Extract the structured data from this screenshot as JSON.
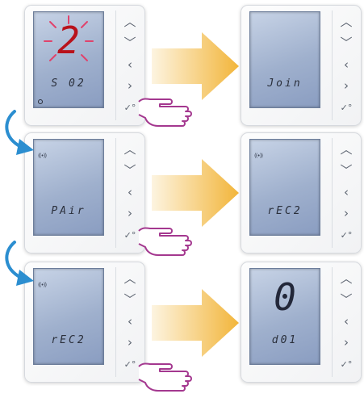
{
  "steps": [
    {
      "left": {
        "big": "2",
        "text": "S 02",
        "big_color": "#b9121b",
        "glow": true,
        "dot": true,
        "signal": false
      },
      "right": {
        "big": "",
        "text": "Join",
        "signal": false
      }
    },
    {
      "left": {
        "big": "",
        "text": "PAir",
        "signal": true
      },
      "right": {
        "big": "",
        "text": "rEC2",
        "signal": true
      }
    },
    {
      "left": {
        "big": "",
        "text": "rEC2",
        "signal": true
      },
      "right": {
        "big": "0",
        "text": "d01",
        "signal": false
      }
    }
  ],
  "buttons": {
    "up": "︿",
    "down": "﹀",
    "left": "‹",
    "right": "›",
    "ok": "✓°"
  },
  "colors": {
    "lcd_red": "#b9121b",
    "arrow_start": "#fdf4e0",
    "arrow_end": "#f2b53a",
    "curve_arrow": "#2b8ed0",
    "hand_outline": "#a4388f"
  },
  "icons": {
    "signal": "wireless-signal-icon"
  }
}
